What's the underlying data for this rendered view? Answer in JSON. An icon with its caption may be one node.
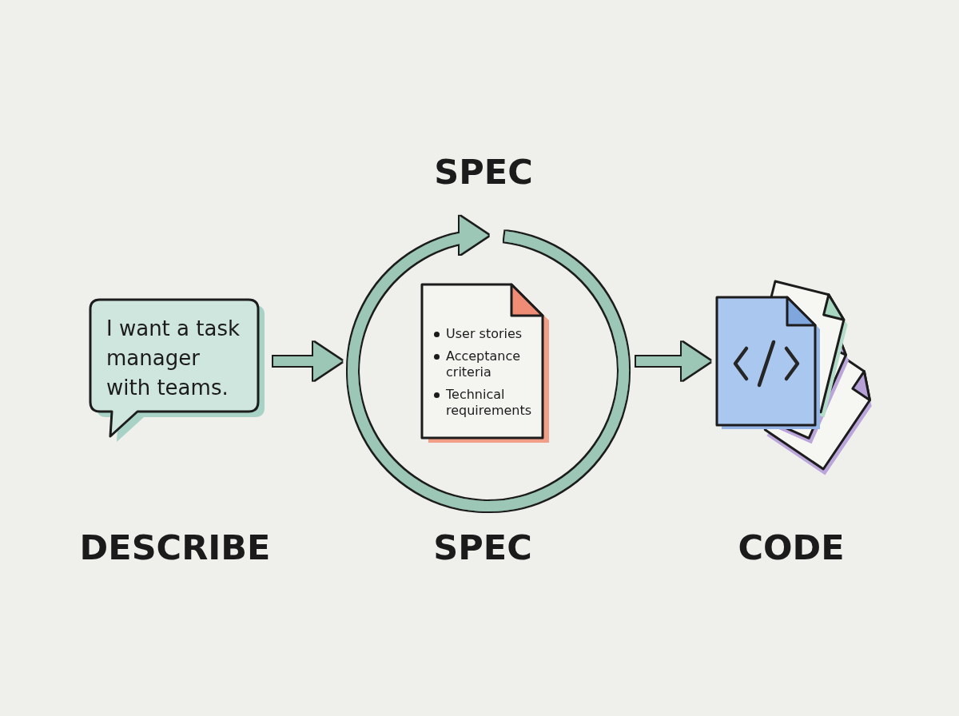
{
  "diagram": {
    "nodes": [
      {
        "text": [
          "I want a task manager with teams."
        ],
        "beside": [
          "DESCRIBE"
        ]
      },
      {
        "text": [
          "SPEC"
        ],
        "beside": [
          "SPEC"
        ]
      },
      {
        "text": [
          "User stories",
          "Acceptance criteria",
          "Technical requirements"
        ],
        "in": 1
      },
      {
        "text": [],
        "shape": "picture",
        "beside": [
          "CODE"
        ]
      }
    ],
    "edges": [
      {
        "from": 0,
        "to": 1,
        "arrow": "to"
      },
      {
        "from": 1,
        "to": 3,
        "arrow": "to"
      }
    ]
  }
}
